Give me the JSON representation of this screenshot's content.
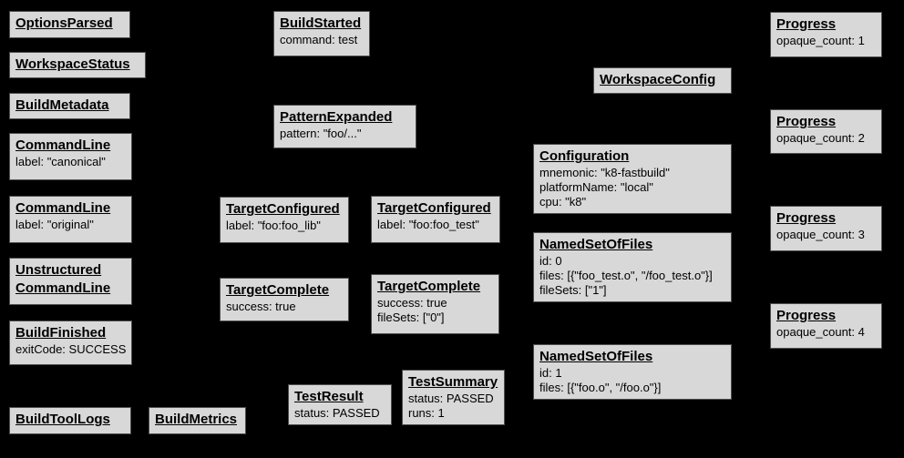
{
  "theme": {
    "background": "#000000",
    "node_fill": "#d8d8d8",
    "node_border": "#4e4e4e",
    "text_color": "#000000"
  },
  "diagram": {
    "description": "Build event protocol graph of build event nodes"
  },
  "nodes": {
    "options_parsed": {
      "title": "OptionsParsed",
      "lines": []
    },
    "workspace_status": {
      "title": "WorkspaceStatus",
      "lines": []
    },
    "build_metadata": {
      "title": "BuildMetadata",
      "lines": []
    },
    "command_line_canonical": {
      "title": "CommandLine",
      "lines": [
        "label: \"canonical\""
      ]
    },
    "command_line_original": {
      "title": "CommandLine",
      "lines": [
        "label: \"original\""
      ]
    },
    "unstructured_command_line": {
      "title": "Unstructured\nCommandLine",
      "lines": []
    },
    "build_finished": {
      "title": "BuildFinished",
      "lines": [
        "exitCode: SUCCESS"
      ]
    },
    "build_tool_logs": {
      "title": "BuildToolLogs",
      "lines": []
    },
    "build_metrics": {
      "title": "BuildMetrics",
      "lines": []
    },
    "build_started": {
      "title": "BuildStarted",
      "lines": [
        "command: test"
      ]
    },
    "pattern_expanded": {
      "title": "PatternExpanded",
      "lines": [
        "pattern: \"foo/...\""
      ]
    },
    "target_configured_lib": {
      "title": "TargetConfigured",
      "lines": [
        "label: \"foo:foo_lib\""
      ]
    },
    "target_configured_test": {
      "title": "TargetConfigured",
      "lines": [
        "label: \"foo:foo_test\""
      ]
    },
    "target_complete_lib": {
      "title": "TargetComplete",
      "lines": [
        "success: true"
      ]
    },
    "target_complete_test": {
      "title": "TargetComplete",
      "lines": [
        "success: true",
        "fileSets: [\"0\"]"
      ]
    },
    "test_result": {
      "title": "TestResult",
      "lines": [
        "status: PASSED"
      ]
    },
    "test_summary": {
      "title": "TestSummary",
      "lines": [
        "status: PASSED",
        "runs: 1"
      ]
    },
    "workspace_config": {
      "title": "WorkspaceConfig",
      "lines": []
    },
    "configuration": {
      "title": "Configuration",
      "lines": [
        "mnemonic: \"k8-fastbuild\"",
        "platformName: \"local\"",
        "cpu: \"k8\""
      ]
    },
    "named_set_0": {
      "title": "NamedSetOfFiles",
      "lines": [
        "id: 0",
        "files: [{\"foo_test.o\", \"/foo_test.o\"}]",
        "fileSets: [\"1\"]"
      ]
    },
    "named_set_1": {
      "title": "NamedSetOfFiles",
      "lines": [
        "id: 1",
        "files: [{\"foo.o\", \"/foo.o\"}]"
      ]
    },
    "progress_1": {
      "title": "Progress",
      "lines": [
        "opaque_count: 1"
      ]
    },
    "progress_2": {
      "title": "Progress",
      "lines": [
        "opaque_count: 2"
      ]
    },
    "progress_3": {
      "title": "Progress",
      "lines": [
        "opaque_count: 3"
      ]
    },
    "progress_4": {
      "title": "Progress",
      "lines": [
        "opaque_count: 4"
      ]
    }
  }
}
